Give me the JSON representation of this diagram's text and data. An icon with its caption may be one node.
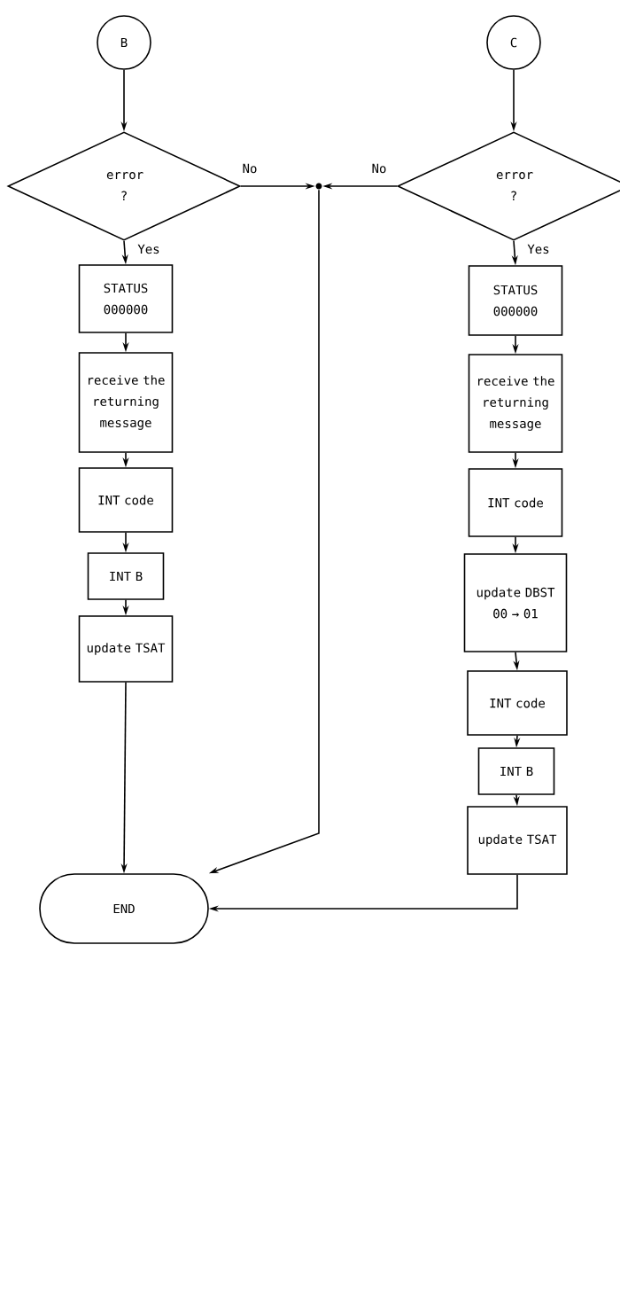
{
  "diagram": {
    "nodes": [
      {
        "text": [
          "B"
        ]
      },
      {
        "text": [
          "error ?"
        ]
      },
      {
        "text": [
          "STATUS 000000"
        ]
      },
      {
        "text": [
          "receive the returning message"
        ]
      },
      {
        "text": [
          "INT code"
        ]
      },
      {
        "text": [
          "INT B"
        ]
      },
      {
        "text": [
          "update TSAT"
        ]
      },
      {
        "text": [],
        "shape": "circle"
      },
      {
        "text": [
          "C"
        ]
      },
      {
        "text": [
          "error ?"
        ]
      },
      {
        "text": [
          "STATUS 000000"
        ]
      },
      {
        "text": [
          "receive the returning message"
        ]
      },
      {
        "text": [
          "INT code"
        ]
      },
      {
        "text": [
          "update DBST 00 → 01"
        ]
      },
      {
        "text": [
          "INT code"
        ]
      },
      {
        "text": [
          "INT B"
        ]
      },
      {
        "text": [
          "update TSAT"
        ]
      },
      {
        "text": [
          "END"
        ]
      }
    ],
    "edges": [
      {
        "from": 0,
        "to": 1,
        "arrow": "to"
      },
      {
        "from": 1,
        "to": 2,
        "arrow": "to",
        "label": "Yes"
      },
      {
        "from": 2,
        "to": 3,
        "arrow": "to"
      },
      {
        "from": 3,
        "to": 4,
        "arrow": "to"
      },
      {
        "from": 4,
        "to": 5,
        "arrow": "to"
      },
      {
        "from": 5,
        "to": 6,
        "arrow": "to"
      },
      {
        "from": 6,
        "to": 17,
        "arrow": "to"
      },
      {
        "from": 1,
        "to": 7,
        "arrow": "to",
        "label": "No"
      },
      {
        "from": 9,
        "to": 7,
        "arrow": "to",
        "label": "No"
      },
      {
        "from": 7,
        "to": 17,
        "arrow": "to"
      },
      {
        "from": 8,
        "to": 9,
        "arrow": "to"
      },
      {
        "from": 9,
        "to": 10,
        "arrow": "to",
        "label": "Yes"
      },
      {
        "from": 10,
        "to": 11,
        "arrow": "to"
      },
      {
        "from": 11,
        "to": 12,
        "arrow": "to"
      },
      {
        "from": 12,
        "to": 13,
        "arrow": "to"
      },
      {
        "from": 13,
        "to": 14,
        "arrow": "to"
      },
      {
        "from": 14,
        "to": 15,
        "arrow": "to"
      },
      {
        "from": 15,
        "to": 16,
        "arrow": "to"
      },
      {
        "from": 16,
        "to": 17,
        "arrow": "to"
      }
    ]
  }
}
